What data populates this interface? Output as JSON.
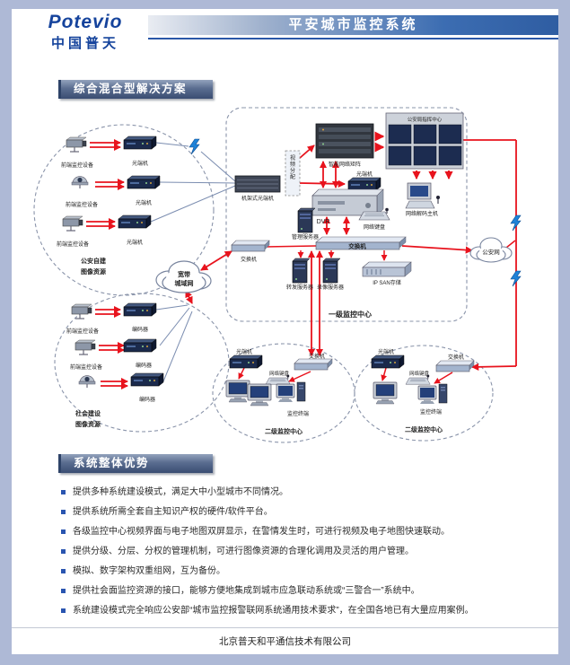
{
  "header": {
    "logo": "Potevio",
    "logo_sub": "中国普天",
    "title": "平安城市监控系统"
  },
  "sections": {
    "solution": "综合混合型解决方案",
    "advantages": "系统整体优势"
  },
  "diagram": {
    "labels": {
      "front_device": "前端监控设备",
      "optical": "光端机",
      "encoder": "编码器",
      "police_res_1": "公安自建",
      "society_res_1": "社会建设",
      "res_2": "图像资源",
      "broadband_1": "宽带",
      "broadband_2": "城域网",
      "police_net": "公安网",
      "video_dist": "视频分配",
      "rack_optical": "机架式光端机",
      "matrix": "智能网络矩阵",
      "command_center": "公安局指挥中心",
      "dvr": "DVR",
      "decoder": "网络解码主机",
      "mgmt_server": "管理服务器",
      "net_keyboard": "网络键盘",
      "switch": "交换机",
      "fwd_server": "转发服务器",
      "rec_server": "录像服务器",
      "ipsan": "IP SAN存储",
      "level1": "一级监控中心",
      "level2": "二级监控中心",
      "terminal": "监控终端"
    }
  },
  "advantages": [
    "提供多种系统建设模式，满足大中小型城市不同情况。",
    "提供系统所需全套自主知识产权的硬件/软件平台。",
    "各级监控中心视频界面与电子地图双屏显示，在警情发生时，可进行视频及电子地图快速联动。",
    "提供分级、分层、分权的管理机制，可进行图像资源的合理化调用及灵活的用户管理。",
    "模拟、数字架构双重组网，互为备份。",
    "提供社会面监控资源的接口，能够方便地集成到城市应急联动系统或“三警合一”系统中。",
    "系统建设模式完全响应公安部“城市监控报警联网系统通用技术要求”，在全国各地已有大量应用案例。"
  ],
  "footer": "北京普天和平通信技术有限公司"
}
